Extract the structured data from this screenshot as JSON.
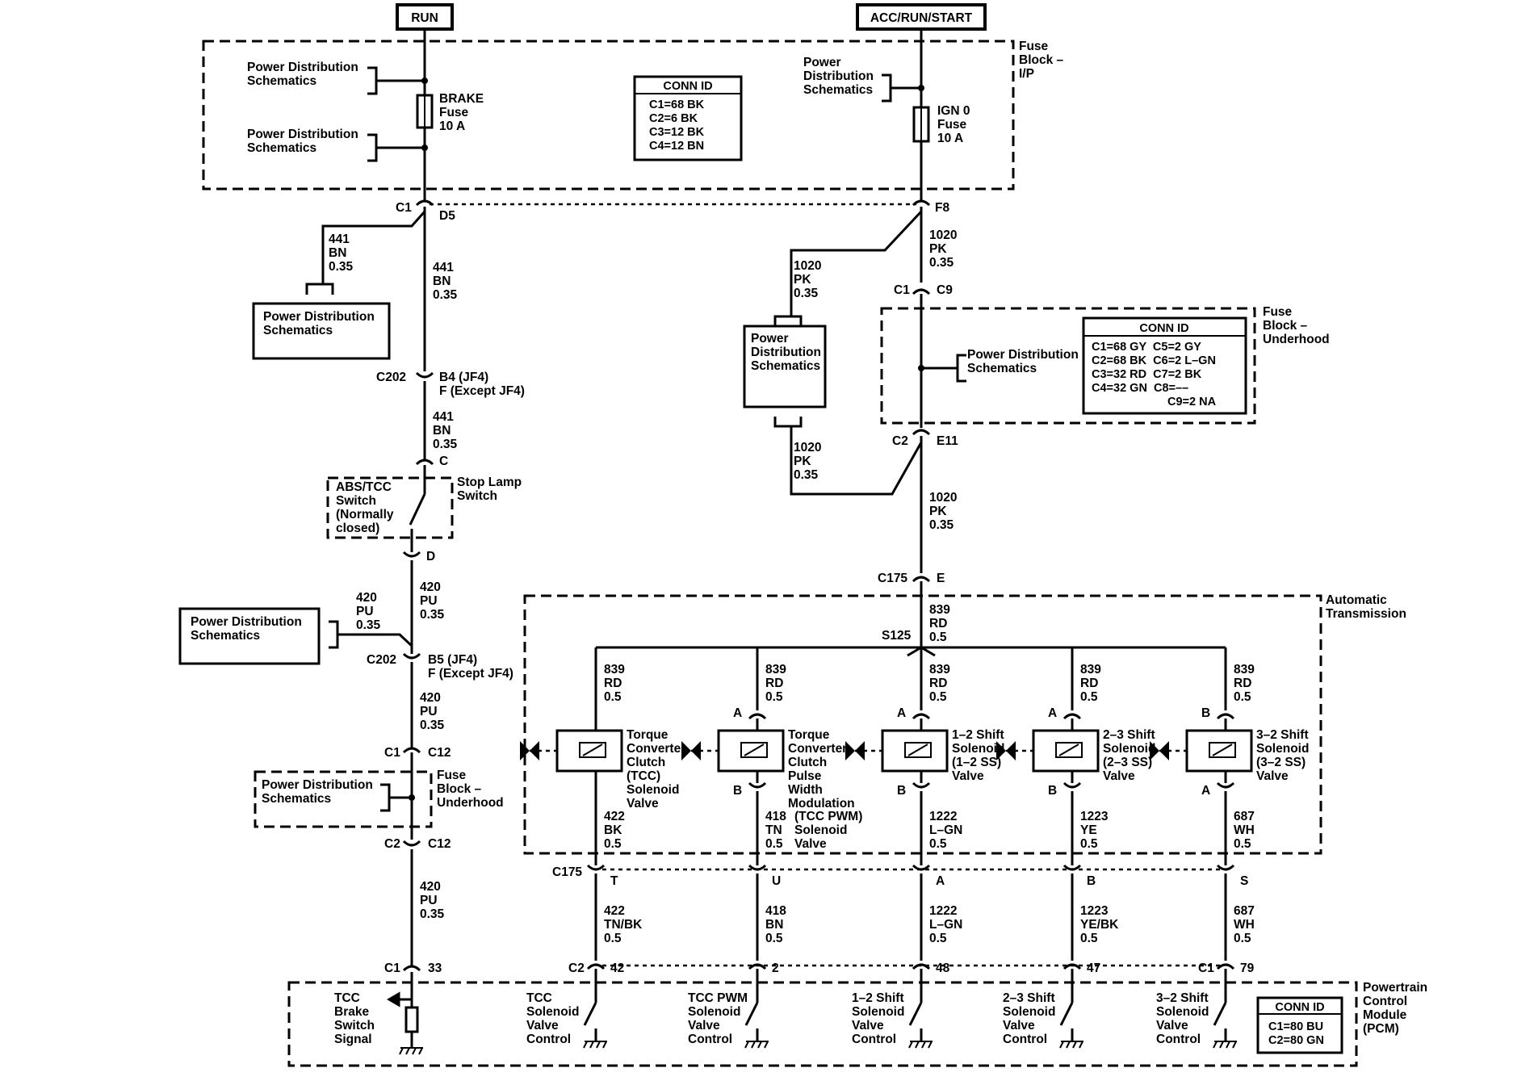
{
  "sources": {
    "run": "RUN",
    "acc_run_start": "ACC/RUN/START"
  },
  "fuse_block_ip": {
    "label": [
      "Fuse",
      "Block –",
      "I/P"
    ],
    "pds_a": [
      "Power Distribution",
      "Schematics"
    ],
    "pds_b": [
      "Power Distribution",
      "Schematics"
    ],
    "pds_c": [
      "Power",
      "Distribution",
      "Schematics"
    ],
    "brake_fuse": [
      "BRAKE",
      "Fuse",
      "10 A"
    ],
    "ign_fuse": [
      "IGN 0",
      "Fuse",
      "10 A"
    ],
    "conn_id": {
      "title": "CONN ID",
      "lines": [
        "C1=68 BK",
        "C2=6 BK",
        "C3=12 BK",
        "C4=12 BN"
      ]
    }
  },
  "left_circuit": {
    "c1": "C1",
    "d5": "D5",
    "w441a": [
      "441",
      "BN",
      "0.35"
    ],
    "w441b": [
      "441",
      "BN",
      "0.35"
    ],
    "pds_box": [
      "Power Distribution",
      "Schematics"
    ],
    "c202a": "C202",
    "b4": [
      "B4 (JF4)",
      "F (Except JF4)"
    ],
    "w441c": [
      "441",
      "BN",
      "0.35"
    ],
    "pin_c": "C",
    "stop_switch_inner": [
      "ABS/TCC",
      "Switch",
      "(Normally",
      "closed)"
    ],
    "stop_switch_label": [
      "Stop Lamp",
      "Switch"
    ],
    "pin_d": "D",
    "w420a": [
      "420",
      "PU",
      "0.35"
    ],
    "w420b": [
      "420",
      "PU",
      "0.35"
    ],
    "pds_box2": [
      "Power Distribution",
      "Schematics"
    ],
    "c202b": "C202",
    "b5": [
      "B5 (JF4)",
      "F (Except JF4)"
    ],
    "w420c": [
      "420",
      "PU",
      "0.35"
    ],
    "c1b": "C1",
    "c12a": "C12",
    "pds_dash": [
      "Power Distribution",
      "Schematics"
    ],
    "fuse_uh": [
      "Fuse",
      "Block –",
      "Underhood"
    ],
    "c2": "C2",
    "c12b": "C12",
    "w420d": [
      "420",
      "PU",
      "0.35"
    ],
    "c1c": "C1",
    "pin33": "33"
  },
  "right_circuit": {
    "f8": "F8",
    "w1020a": [
      "1020",
      "PK",
      "0.35"
    ],
    "w1020b": [
      "1020",
      "PK",
      "0.35"
    ],
    "pds_box": [
      "Power",
      "Distribution",
      "Schematics"
    ],
    "w1020c": [
      "1020",
      "PK",
      "0.35"
    ],
    "c1": "C1",
    "c9": "C9",
    "fuse_uh": [
      "Fuse",
      "Block –",
      "Underhood"
    ],
    "pds_inner": [
      "Power Distribution",
      "Schematics"
    ],
    "conn_id": {
      "title": "CONN ID",
      "lines": [
        "C1=68 GY  C5=2 GY",
        "C2=68 BK  C6=2 L–GN",
        "C3=32 RD  C7=2 BK",
        "C4=32 GN  C8=––",
        "C9=2 NA"
      ]
    },
    "c2": "C2",
    "e11": "E11",
    "w1020d": [
      "1020",
      "PK",
      "0.35"
    ],
    "c175": "C175",
    "pin_e": "E"
  },
  "transmission": {
    "label": [
      "Automatic",
      "Transmission"
    ],
    "w839_main": [
      "839",
      "RD",
      "0.5"
    ],
    "s125": "S125",
    "solenoids": [
      {
        "w_top": [
          "839",
          "RD",
          "0.5"
        ],
        "pin_top": "",
        "pin_bot": "",
        "name": [
          "Torque",
          "Converter",
          "Clutch",
          "(TCC)",
          "Solenoid",
          "Valve"
        ],
        "w_bot": [
          "422",
          "BK",
          "0.5"
        ],
        "c175_pin": "T",
        "w_out": [
          "422",
          "TN/BK",
          "0.5"
        ],
        "pcm_pin": "42",
        "pcm_label": [
          "TCC",
          "Solenoid",
          "Valve",
          "Control"
        ]
      },
      {
        "w_top": [
          "839",
          "RD",
          "0.5"
        ],
        "pin_top": "A",
        "pin_bot": "B",
        "name": [
          "Torque",
          "Converter",
          "Clutch",
          "Pulse",
          "Width",
          "Modulation"
        ],
        "w_bot": [
          "418",
          "TN",
          "0.5"
        ],
        "bot_extra": [
          "(TCC PWM)",
          "Solenoid",
          "Valve"
        ],
        "c175_pin": "U",
        "w_out": [
          "418",
          "BN",
          "0.5"
        ],
        "pcm_pin": "2",
        "pcm_label": [
          "TCC PWM",
          "Solenoid",
          "Valve",
          "Control"
        ]
      },
      {
        "w_top": [
          "839",
          "RD",
          "0.5"
        ],
        "pin_top": "A",
        "pin_bot": "B",
        "name": [
          "1–2 Shift",
          "Solenoid",
          "(1–2 SS)",
          "Valve"
        ],
        "w_bot": [
          "1222",
          "L–GN",
          "0.5"
        ],
        "c175_pin": "A",
        "w_out": [
          "1222",
          "L–GN",
          "0.5"
        ],
        "pcm_pin": "48",
        "pcm_label": [
          "1–2 Shift",
          "Solenoid",
          "Valve",
          "Control"
        ]
      },
      {
        "w_top": [
          "839",
          "RD",
          "0.5"
        ],
        "pin_top": "A",
        "pin_bot": "B",
        "name": [
          "2–3 Shift",
          "Solenoid",
          "(2–3 SS)",
          "Valve"
        ],
        "w_bot": [
          "1223",
          "YE",
          "0.5"
        ],
        "c175_pin": "B",
        "w_out": [
          "1223",
          "YE/BK",
          "0.5"
        ],
        "pcm_pin": "47",
        "pcm_label": [
          "2–3 Shift",
          "Solenoid",
          "Valve",
          "Control"
        ]
      },
      {
        "w_top": [
          "839",
          "RD",
          "0.5"
        ],
        "pin_top": "B",
        "pin_bot": "A",
        "name": [
          "3–2 Shift",
          "Solenoid",
          "(3–2 SS)",
          "Valve"
        ],
        "w_bot": [
          "687",
          "WH",
          "0.5"
        ],
        "c175_pin": "S",
        "w_out": [
          "687",
          "WH",
          "0.5"
        ],
        "pcm_pin": "79",
        "pcm_label": [
          "3–2 Shift",
          "Solenoid",
          "Valve",
          "Control"
        ]
      }
    ],
    "c175": "C175",
    "c2": "C2",
    "c1": "C1"
  },
  "pcm": {
    "label": [
      "Powertrain",
      "Control",
      "Module",
      "(PCM)"
    ],
    "tcc_brake": [
      "TCC",
      "Brake",
      "Switch",
      "Signal"
    ],
    "conn_id": {
      "title": "CONN ID",
      "lines": [
        "C1=80 BU",
        "C2=80 GN"
      ]
    }
  }
}
